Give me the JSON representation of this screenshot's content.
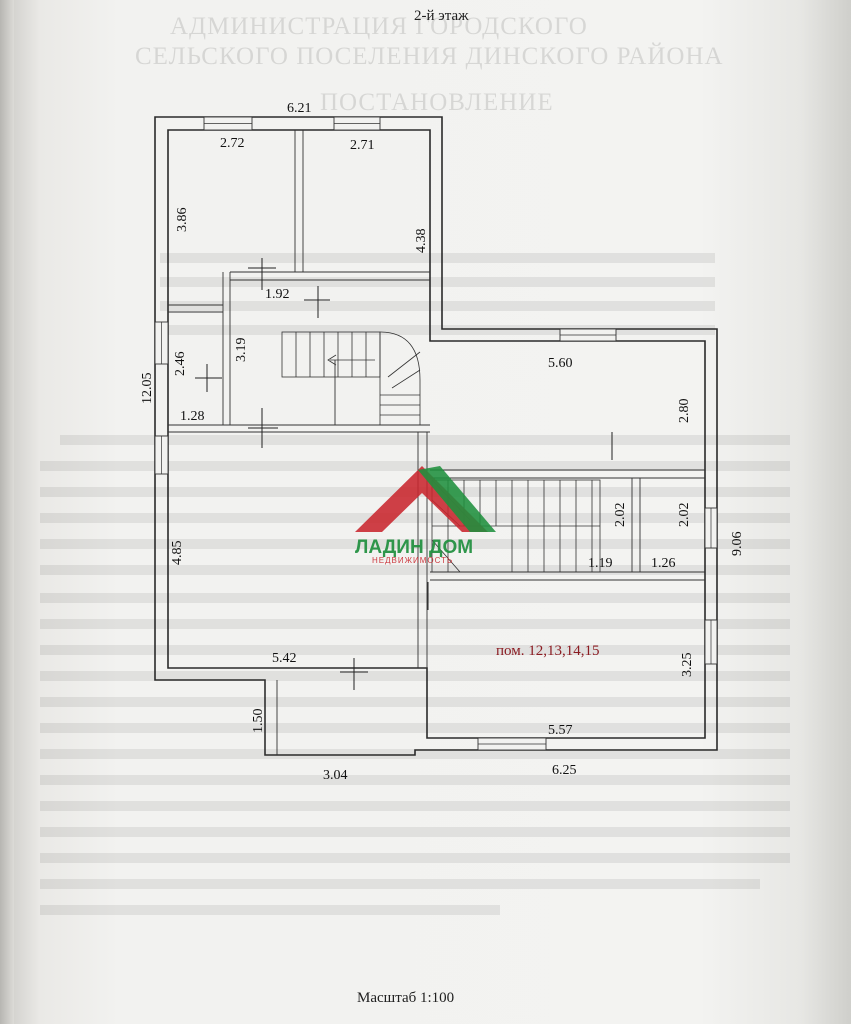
{
  "header": {
    "floor_title": "2-й этаж"
  },
  "footer": {
    "scale": "Масштаб 1:100"
  },
  "plan": {
    "dimensions": {
      "top_width": "6.21",
      "room_tl_width": "2.72",
      "room_tr_width": "2.71",
      "room_tl_height": "3.86",
      "room_tr_height": "4.38",
      "hall_width": "1.92",
      "hall_height": "3.19",
      "bath_height": "2.46",
      "bath_width": "1.28",
      "left_total": "12.05",
      "right_upper_width": "5.60",
      "right_upper_height": "2.80",
      "stair_height_a": "2.02",
      "stair_height_b": "2.02",
      "stair_width_a": "1.19",
      "stair_width_b": "1.26",
      "right_total": "9.06",
      "left_lower_height": "4.85",
      "left_lower_width": "5.42",
      "right_lower_height": "3.25",
      "right_lower_width": "5.57",
      "bottom_right_width": "6.25",
      "porch_height": "1.50",
      "porch_width": "3.04"
    },
    "room_label": "пом. 12,13,14,15"
  },
  "watermark": {
    "brand": "ЛАДИН ДОМ",
    "tagline": "НЕДВИЖИМОСТЬ"
  },
  "bleedthrough": [
    "АДМИНИСТРАЦИЯ ГОРОДСКОГО",
    "СЕЛЬСКОГО ПОСЕЛЕНИЯ ДИНСКОГО РАЙОНА",
    "ПОСТАНОВЛЕНИЕ"
  ],
  "colors": {
    "watermark_red": "#c8262d",
    "watermark_green": "#1f8f3e",
    "label_red": "#8b1c22"
  }
}
